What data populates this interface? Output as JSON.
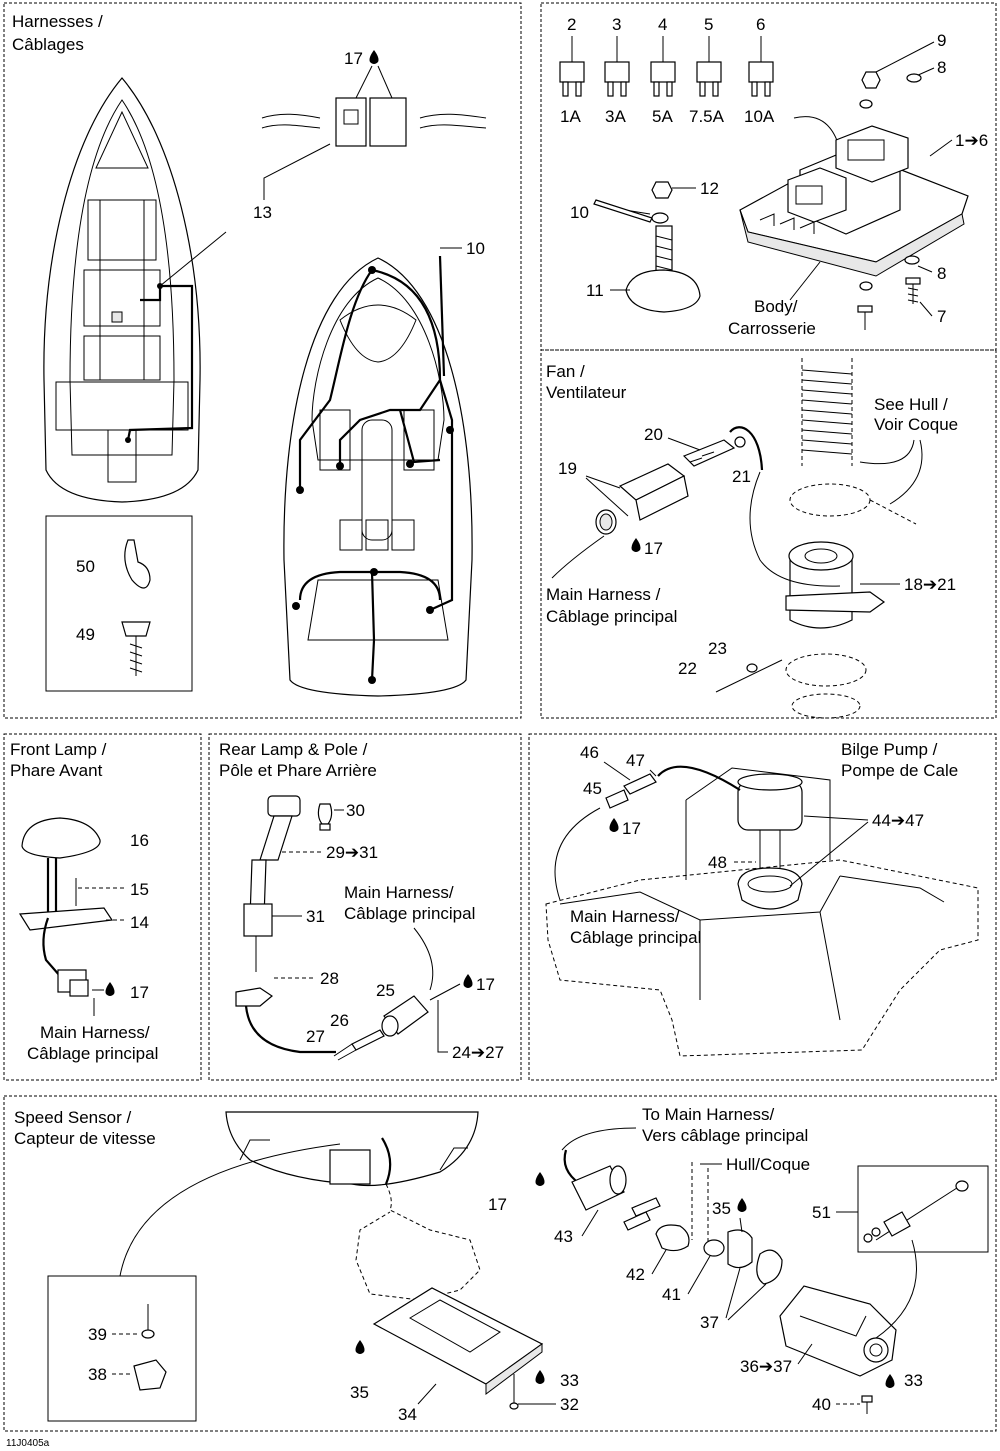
{
  "diagram_code": "11J0405a",
  "sections": {
    "harnesses": {
      "title_line1": "Harnesses /",
      "title_line2": "Câblages",
      "labels": [
        "17",
        "13",
        "10",
        "50",
        "49"
      ]
    },
    "fuses": {
      "fuse_numbers": [
        "2",
        "3",
        "4",
        "5",
        "6"
      ],
      "fuse_ratings": [
        "1A",
        "3A",
        "5A",
        "7.5A",
        "10A"
      ],
      "labels": [
        "9",
        "8",
        "1➔6",
        "12",
        "10",
        "11",
        "8",
        "7"
      ],
      "body_line1": "Body/",
      "body_line2": "Carrosserie"
    },
    "fan": {
      "title_line1": "Fan /",
      "title_line2": "Ventilateur",
      "see_hull_line1": "See Hull /",
      "see_hull_line2": "Voir Coque",
      "labels": [
        "20",
        "19",
        "21",
        "17",
        "18➔21",
        "23",
        "22"
      ],
      "main_harness_line1": "Main Harness /",
      "main_harness_line2": "Câblage principal"
    },
    "front_lamp": {
      "title_line1": "Front Lamp /",
      "title_line2": "Phare Avant",
      "labels": [
        "16",
        "15",
        "14",
        "17"
      ],
      "main_harness_line1": "Main Harness/",
      "main_harness_line2": "Câblage principal"
    },
    "rear_lamp": {
      "title_line1": "Rear Lamp & Pole /",
      "title_line2": "Pôle et Phare Arrière",
      "labels": [
        "30",
        "29➔31",
        "31",
        "28",
        "25",
        "17",
        "26",
        "27",
        "24➔27"
      ],
      "main_harness_line1": "Main Harness/",
      "main_harness_line2": "Câblage principal"
    },
    "bilge_pump": {
      "title_line1": "Bilge Pump /",
      "title_line2": "Pompe de Cale",
      "labels": [
        "46",
        "47",
        "45",
        "17",
        "44➔47",
        "48"
      ],
      "main_harness_line1": "Main Harness/",
      "main_harness_line2": "Câblage principal"
    },
    "speed_sensor": {
      "title_line1": "Speed Sensor /",
      "title_line2": "Capteur de vitesse",
      "to_main_line1": "To Main Harness/",
      "to_main_line2": "Vers câblage principal",
      "hull": "Hull/Coque",
      "labels": [
        "17",
        "43",
        "42",
        "41",
        "35",
        "37",
        "51",
        "36➔37",
        "33",
        "40",
        "39",
        "38",
        "35",
        "34",
        "33",
        "32"
      ]
    }
  }
}
